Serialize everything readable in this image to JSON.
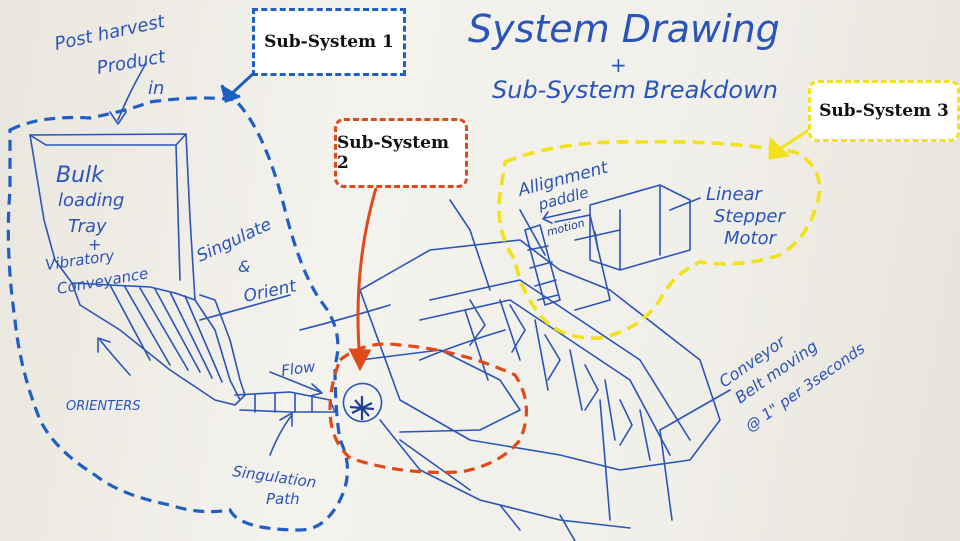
{
  "header": {
    "title": "System Drawing",
    "plus": "+",
    "subtitle": "Sub-System Breakdown"
  },
  "callouts": {
    "sub1": "Sub-System 1",
    "sub2": "Sub-System 2",
    "sub3": "Sub-System 3"
  },
  "labels": {
    "post_harvest_1": "Post harvest",
    "post_harvest_2": "Product",
    "post_harvest_3": "in",
    "bulk_1": "Bulk",
    "bulk_2": "loading",
    "bulk_3": "Tray",
    "bulk_4": "+",
    "bulk_5": "Vibratory",
    "bulk_6": "Conveyance",
    "singulate_1": "Singulate",
    "singulate_2": "&",
    "singulate_3": "Orient",
    "flow": "Flow",
    "orienters": "ORIENTERS",
    "singulation_1": "Singulation",
    "singulation_2": "Path",
    "alignment_1": "Allignment",
    "alignment_2": "paddle",
    "motion": "motion",
    "stepper_1": "Linear",
    "stepper_2": "Stepper",
    "stepper_3": "Motor",
    "conveyor_1": "Conveyor",
    "conveyor_2": "Belt moving",
    "conveyor_3": "@ 1\" per 3seconds"
  },
  "colors": {
    "marker_blue": "#2a55b8",
    "sub1_blue": "#1f5fc4",
    "sub2_orange": "#e04a1a",
    "sub3_yellow": "#f2e21a"
  }
}
